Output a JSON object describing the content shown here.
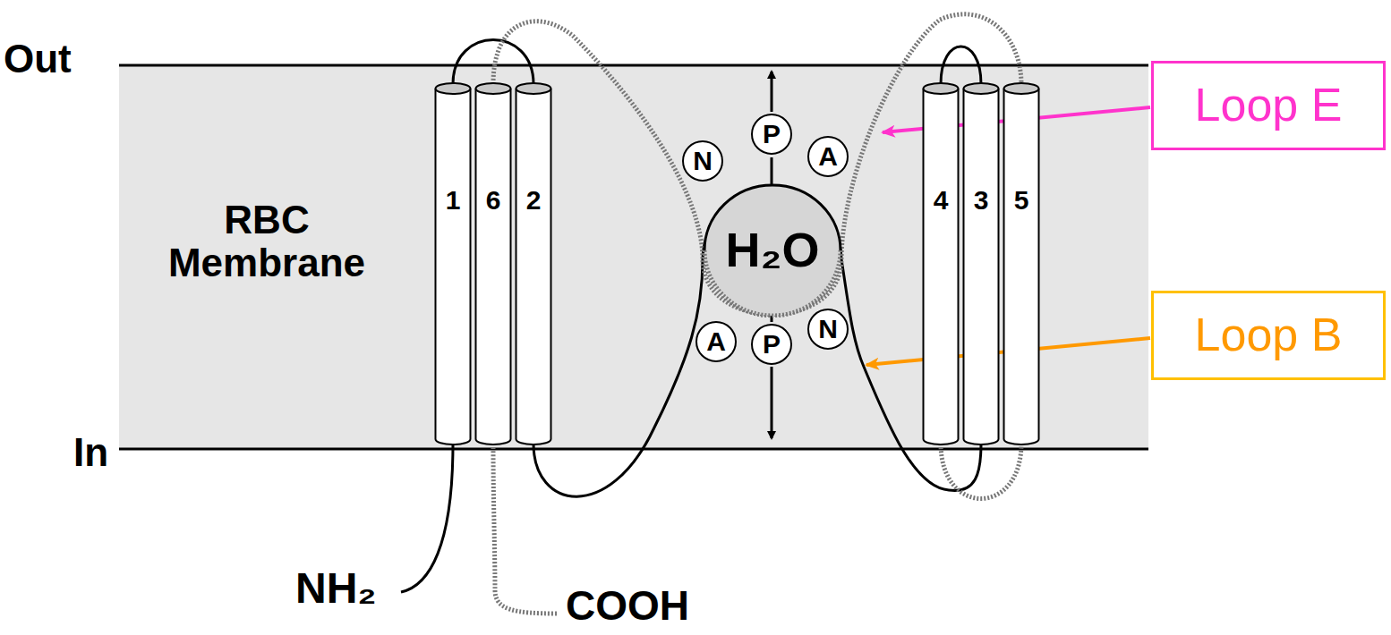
{
  "diagram": {
    "nodes": [
      {
        "text": [
          "1"
        ]
      },
      {
        "text": [
          "6"
        ]
      },
      {
        "text": [
          "2"
        ]
      },
      {
        "text": [
          "N"
        ]
      },
      {
        "text": [
          "P"
        ]
      },
      {
        "text": [
          "A"
        ]
      },
      {
        "text": [
          "H₂O"
        ]
      },
      {
        "text": [
          "A"
        ]
      },
      {
        "text": [
          "P"
        ]
      },
      {
        "text": [
          "N"
        ]
      },
      {
        "text": [
          "4"
        ]
      },
      {
        "text": [
          "3"
        ]
      },
      {
        "text": [
          "5"
        ]
      },
      {
        "text": [
          "Loop E"
        ]
      },
      {
        "text": [
          "Loop B"
        ]
      }
    ],
    "labels": [
      "Out",
      "RBC Membrane",
      "In",
      "NH₂",
      "COOH"
    ]
  }
}
